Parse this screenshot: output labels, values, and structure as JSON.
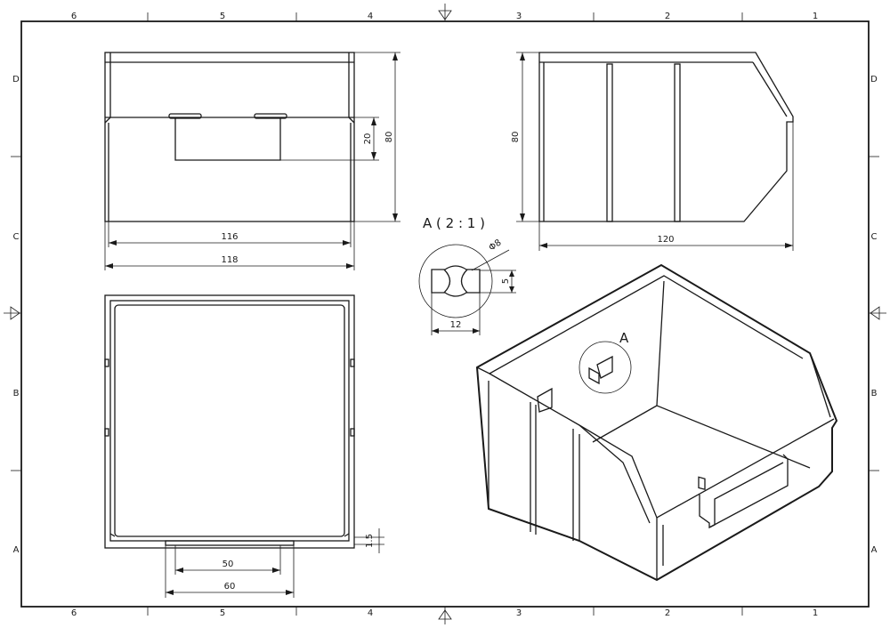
{
  "sheet": {
    "zone_columns": [
      "6",
      "5",
      "4",
      "3",
      "2",
      "1"
    ],
    "zone_rows": [
      "D",
      "C",
      "B",
      "A"
    ]
  },
  "front_view": {
    "width_inner": "116",
    "width_outer": "118",
    "height": "80",
    "tab_height": "20"
  },
  "side_view": {
    "height": "80",
    "length": "120"
  },
  "detail_view": {
    "title": "A ( 2 : 1 )",
    "diameter": "Φ8",
    "width": "12",
    "height": "5"
  },
  "top_view": {
    "tab_inner": "50",
    "tab_outer": "60",
    "rim": "1.5"
  },
  "iso_view": {
    "detail_marker": "A"
  }
}
